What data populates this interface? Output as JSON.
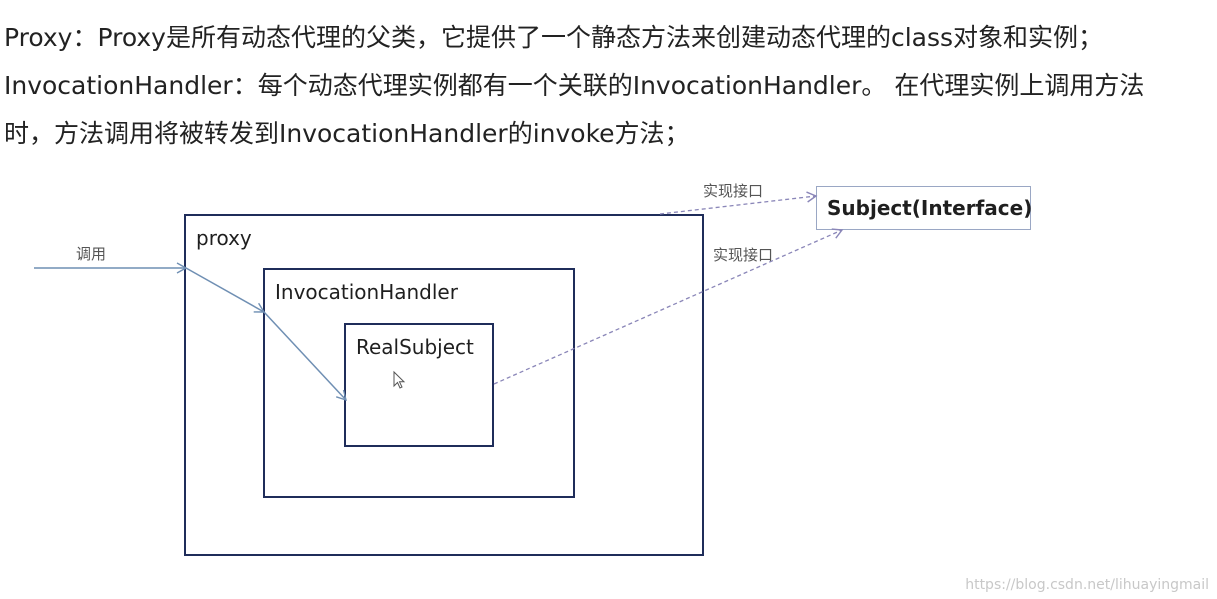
{
  "intro": {
    "line1": "Proxy：Proxy是所有动态代理的父类，它提供了一个静态方法来创建动态代理的class对象和实例；",
    "line2": "InvocationHandler：每个动态代理实例都有一个关联的InvocationHandler。 在代理实例上调用方法",
    "line3": "时，方法调用将被转发到InvocationHandler的invoke方法；"
  },
  "diagram": {
    "proxy_label": "proxy",
    "handler_label": "InvocationHandler",
    "realsubject_label": "RealSubject",
    "subject_label": "Subject(Interface)",
    "call_label": "调用",
    "implements_label_1": "实现接口",
    "implements_label_2": "实现接口",
    "colors": {
      "box_border": "#1f2d5a",
      "solid_arrow": "#6f8fb3",
      "dashed_arrow": "#8a86b8"
    }
  },
  "watermark": "https://blog.csdn.net/lihuayingmail"
}
